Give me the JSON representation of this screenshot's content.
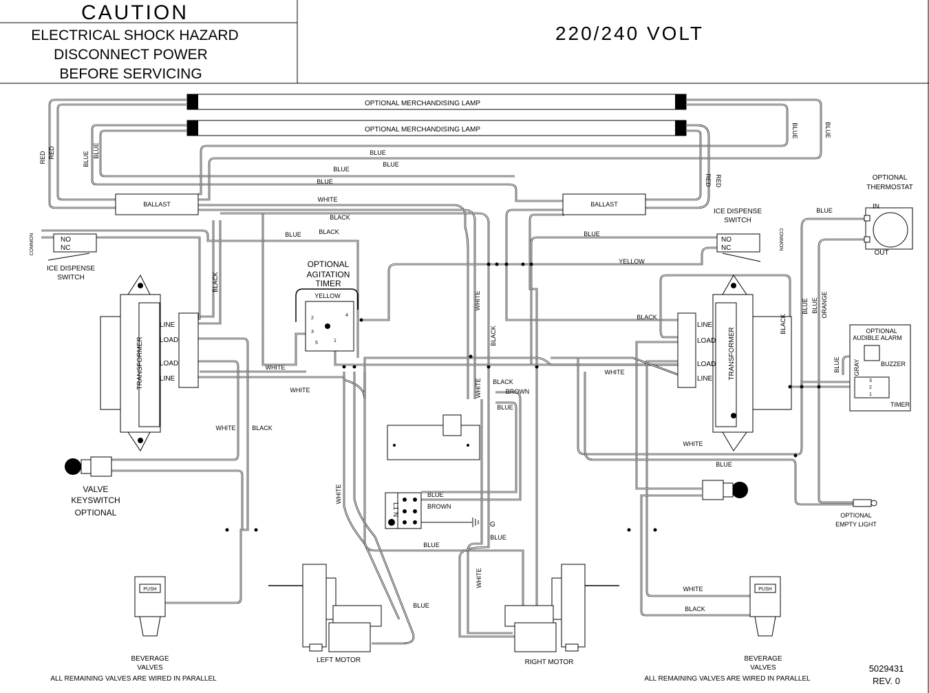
{
  "caution": {
    "title": "CAUTION",
    "line1": "ELECTRICAL SHOCK HAZARD",
    "line2": "DISCONNECT POWER",
    "line3": "BEFORE SERVICING"
  },
  "voltage": "220/240 VOLT",
  "lamps": {
    "top": "OPTIONAL MERCHANDISING LAMP",
    "bottom": "OPTIONAL MERCHANDISING LAMP"
  },
  "ballast": {
    "left": "BALLAST",
    "right": "BALLAST"
  },
  "thermostat": {
    "line1": "OPTIONAL",
    "line2": "THERMOSTAT",
    "in": "IN",
    "out": "OUT"
  },
  "ice_switch_left": {
    "line1": "ICE DISPENSE",
    "line2": "SWITCH",
    "no": "NO",
    "nc": "NC",
    "common": "COMMON"
  },
  "ice_switch_right": {
    "line1": "ICE DISPENSE",
    "line2": "SWITCH",
    "no": "NO",
    "nc": "NC",
    "common": "COMMON"
  },
  "agitation_timer": {
    "line1": "OPTIONAL",
    "line2": "AGITATION",
    "line3": "TIMER",
    "wire": "YELLOW",
    "t1": "1",
    "t2": "2",
    "t3": "3",
    "t4": "4",
    "t5": "5"
  },
  "transformer_left": {
    "name": "TRANSFORMER",
    "line_top": "LINE",
    "load_top": "LOAD",
    "load_bottom": "LOAD",
    "line_bottom": "LINE"
  },
  "transformer_right": {
    "name": "TRANSFORMER",
    "line_top": "LINE",
    "load_top": "LOAD",
    "load_bottom": "LOAD",
    "line_bottom": "LINE"
  },
  "alarm": {
    "line1": "OPTIONAL",
    "line2": "AUDIBLE ALARM",
    "buzzer": "BUZZER",
    "timer": "TIMER",
    "t3": "3",
    "t2": "2",
    "t1": "1"
  },
  "valve_keyswitch": {
    "line1": "VALVE",
    "line2": "KEYSWITCH",
    "line3": "OPTIONAL"
  },
  "empty_light": {
    "line1": "OPTIONAL",
    "line2": "EMPTY LIGHT"
  },
  "terminal": {
    "l1": "L1",
    "n": "N",
    "ground": "G",
    "blue": "BLUE",
    "brown": "BROWN"
  },
  "motors": {
    "left": "LEFT MOTOR",
    "right": "RIGHT MOTOR"
  },
  "valves_left": {
    "line1": "BEVERAGE",
    "line2": "VALVES",
    "line3": "ALL REMAINING VALVES ARE WIRED IN PARALLEL",
    "push": "PUSH"
  },
  "valves_right": {
    "line1": "BEVERAGE",
    "line2": "VALVES",
    "line3": "ALL REMAINING VALVES ARE WIRED IN PARALLEL",
    "push": "PUSH"
  },
  "part_number": "5029431",
  "revision": "REV. 0",
  "wires": {
    "red": "RED",
    "blue": "BLUE",
    "white": "WHITE",
    "black": "BLACK",
    "yellow": "YELLOW",
    "brown": "BROWN",
    "orange": "ORANGE",
    "gray": "GRAY"
  }
}
